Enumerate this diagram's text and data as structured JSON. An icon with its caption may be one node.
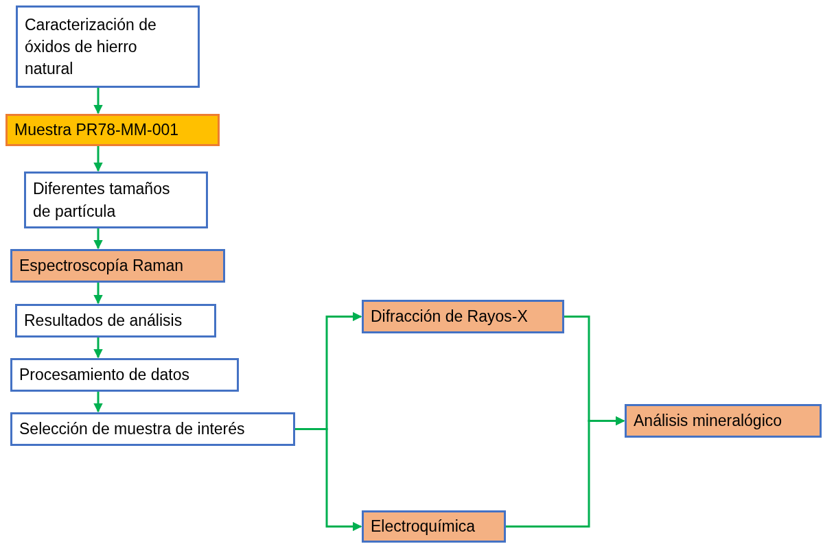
{
  "diagram": {
    "nodes": [
      {
        "text": [
          "Caracterización de óxidos de hierro natural"
        ]
      },
      {
        "text": [
          "Muestra PR78-MM-001"
        ]
      },
      {
        "text": [
          "Diferentes tamaños de partícula"
        ]
      },
      {
        "text": [
          "Espectroscopía Raman"
        ]
      },
      {
        "text": [
          "Resultados de análisis"
        ]
      },
      {
        "text": [
          "Procesamiento de datos"
        ]
      },
      {
        "text": [
          "Selección de muestra de interés"
        ]
      },
      {
        "text": [
          "Difracción de Rayos-X"
        ]
      },
      {
        "text": [
          "Electroquímica"
        ]
      },
      {
        "text": [
          "Análisis mineralógico"
        ]
      }
    ],
    "edges": [
      {
        "from": 0,
        "to": 1,
        "arrow": "to"
      },
      {
        "from": 1,
        "to": 2,
        "arrow": "to"
      },
      {
        "from": 2,
        "to": 3,
        "arrow": "to"
      },
      {
        "from": 3,
        "to": 4,
        "arrow": "to"
      },
      {
        "from": 4,
        "to": 5,
        "arrow": "to"
      },
      {
        "from": 5,
        "to": 6,
        "arrow": "to"
      },
      {
        "from": 6,
        "to": 7,
        "arrow": "to"
      },
      {
        "from": 6,
        "to": 8,
        "arrow": "to"
      },
      {
        "from": 7,
        "to": 9,
        "arrow": "to"
      },
      {
        "from": 8,
        "to": 9,
        "arrow": "to"
      }
    ]
  }
}
